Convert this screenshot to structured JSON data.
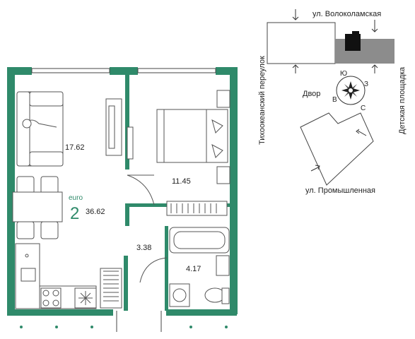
{
  "apartment": {
    "class_label": "euro",
    "rooms_count": "2",
    "total_area": "36.62"
  },
  "rooms": {
    "living_kitchen_area": "17.62",
    "bedroom_area": "11.45",
    "hallway_area": "3.38",
    "bathroom_area": "4.17"
  },
  "site_map": {
    "street_top": "ул. Волоколамская",
    "street_bottom": "ул. Промышленная",
    "street_left": "Тихоокеанский переулок",
    "street_right": "Детская площадка",
    "courtyard_label": "Двор",
    "compass": {
      "n": "Ю",
      "e": "З",
      "s": "С",
      "w": "В"
    }
  },
  "colors": {
    "wall": "#2f8a6a",
    "accent_text": "#2f8a6a",
    "building_dark": "#8c8c8c"
  }
}
